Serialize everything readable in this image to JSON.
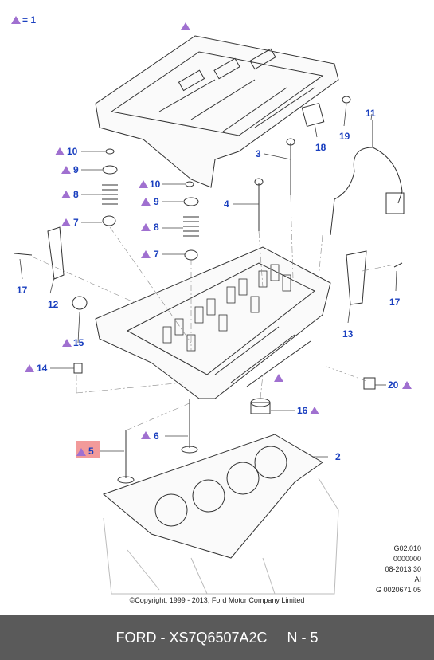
{
  "legend": {
    "marker_label": "= 1"
  },
  "callouts": [
    {
      "id": "c1",
      "text": "1"
    },
    {
      "id": "c2",
      "text": "2"
    },
    {
      "id": "c3",
      "text": "3"
    },
    {
      "id": "c4",
      "text": "4"
    },
    {
      "id": "c5",
      "text": "5"
    },
    {
      "id": "c6",
      "text": "6"
    },
    {
      "id": "c7a",
      "text": "7"
    },
    {
      "id": "c7b",
      "text": "7"
    },
    {
      "id": "c8a",
      "text": "8"
    },
    {
      "id": "c8b",
      "text": "8"
    },
    {
      "id": "c9a",
      "text": "9"
    },
    {
      "id": "c9b",
      "text": "9"
    },
    {
      "id": "c10a",
      "text": "10"
    },
    {
      "id": "c10b",
      "text": "10"
    },
    {
      "id": "c11",
      "text": "11"
    },
    {
      "id": "c12",
      "text": "12"
    },
    {
      "id": "c13",
      "text": "13"
    },
    {
      "id": "c14",
      "text": "14"
    },
    {
      "id": "c15",
      "text": "15"
    },
    {
      "id": "c16",
      "text": "16"
    },
    {
      "id": "c17a",
      "text": "17"
    },
    {
      "id": "c17b",
      "text": "17"
    },
    {
      "id": "c18",
      "text": "18"
    },
    {
      "id": "c19",
      "text": "19"
    },
    {
      "id": "c20",
      "text": "20"
    }
  ],
  "meta": {
    "line1": "G02.010",
    "line2": "0000000",
    "line3": "08-2013 30",
    "line4": "AI",
    "line5": "G 0020671 05"
  },
  "copyright": "©Copyright, 1999 - 2013, Ford Motor Company Limited",
  "footer": "FORD - XS7Q6507A2C     N - 5",
  "colors": {
    "callout": "#1a3fbf",
    "marker": "#a070d0",
    "highlight": "#f29a9a",
    "footer_bg": "#5a5a5a"
  }
}
